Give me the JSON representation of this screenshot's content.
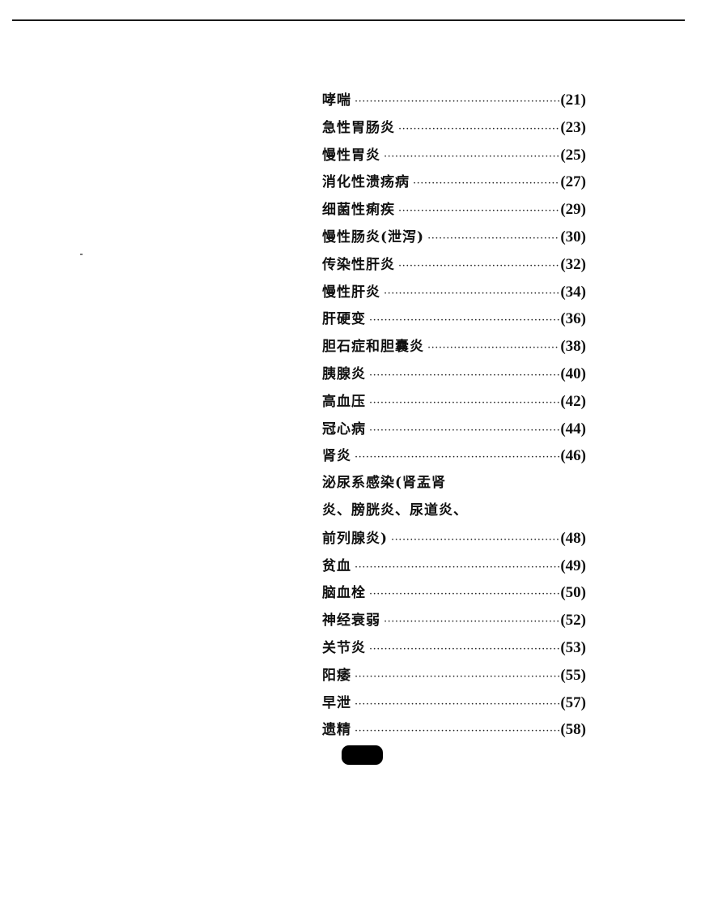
{
  "page": {
    "rule_color": "#1a1a1a"
  },
  "toc": {
    "entries": [
      {
        "title": "哮喘",
        "page": "(21)"
      },
      {
        "title": "急性胃肠炎",
        "page": "(23)"
      },
      {
        "title": "慢性胃炎",
        "page": "(25)"
      },
      {
        "title": "消化性溃疡病",
        "page": "(27)"
      },
      {
        "title": "细菌性痢疾",
        "page": "(29)"
      },
      {
        "title": "慢性肠炎(泄泻)",
        "page": "(30)"
      },
      {
        "title": "传染性肝炎",
        "page": "(32)"
      },
      {
        "title": "慢性肝炎",
        "page": "(34)"
      },
      {
        "title": "肝硬变",
        "page": "(36)"
      },
      {
        "title": "胆石症和胆囊炎",
        "page": "(38)"
      },
      {
        "title": "胰腺炎",
        "page": "(40)"
      },
      {
        "title": "高血压",
        "page": "(42)"
      },
      {
        "title": "冠心病",
        "page": "(44)"
      },
      {
        "title": "肾炎",
        "page": "(46)"
      },
      {
        "title_lines": [
          "泌尿系感染(肾盂肾",
          "炎、膀胱炎、尿道炎、",
          "前列腺炎)"
        ],
        "page": "(48)"
      },
      {
        "title": "贫血",
        "page": "(49)"
      },
      {
        "title": "脑血栓",
        "page": "(50)"
      },
      {
        "title": "神经衰弱",
        "page": "(52)"
      },
      {
        "title": "关节炎",
        "page": "(53)"
      },
      {
        "title": "阳痿",
        "page": "(55)"
      },
      {
        "title": "早泄",
        "page": "(57)"
      },
      {
        "title": "遗精",
        "page": "(58)"
      }
    ]
  },
  "footer": {
    "page_number_label": ""
  }
}
